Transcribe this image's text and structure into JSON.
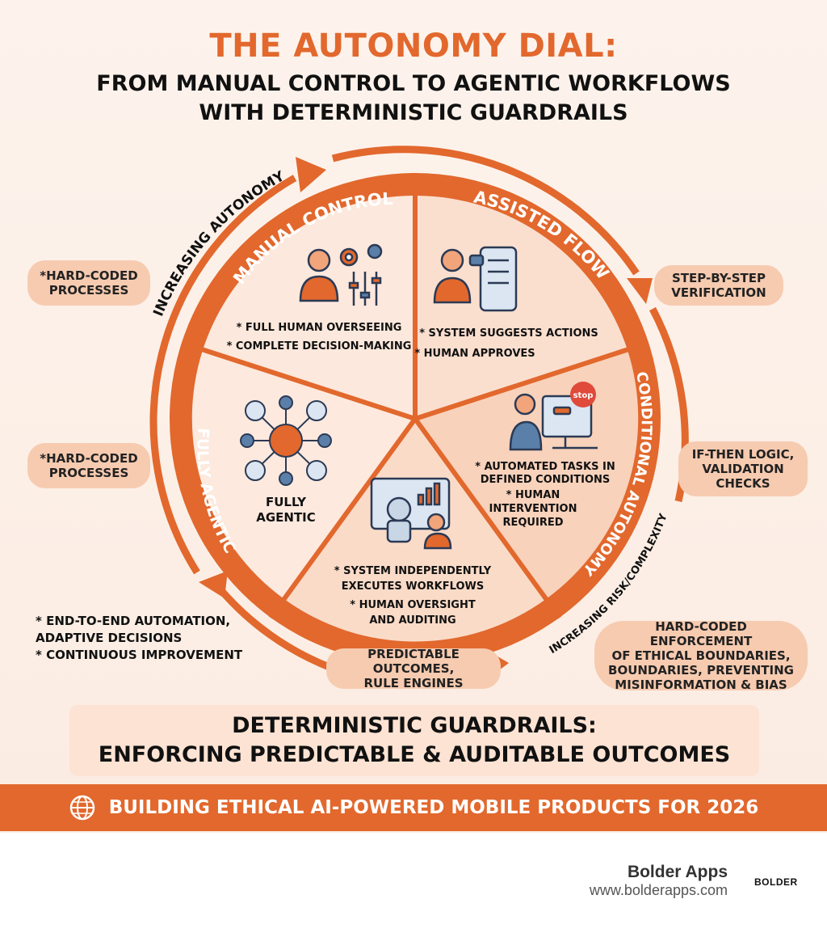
{
  "title": {
    "main": "THE AUTONOMY DIAL:",
    "sub_line1": "FROM MANUAL CONTROL TO AGENTIC WORKFLOWS",
    "sub_line2": "WITH DETERMINISTIC GUARDRAILS"
  },
  "arrows": {
    "increasing_autonomy": "INCREASING AUTONOMY",
    "increasing_risk": "INCREASING RISK/COMPLEXITY"
  },
  "segments": {
    "manual_control": {
      "name": "MANUAL CONTROL",
      "bullets": [
        "* FULL HUMAN OVERSEEING",
        "* COMPLETE DECISION-MAKING"
      ]
    },
    "assisted_flow": {
      "name": "ASSISTED FLOW",
      "bullets": [
        "* SYSTEM SUGGESTS ACTIONS",
        "* HUMAN APPROVES"
      ]
    },
    "conditional_autonomy": {
      "name": "CONDITIONAL AUTONOMY",
      "bullets": [
        "* AUTOMATED TASKS IN",
        "DEFINED CONDITIONS",
        "* HUMAN",
        "INTERVENTION",
        "REQUIRED"
      ],
      "stop_label": "stop"
    },
    "system_independent": {
      "bullets": [
        "* SYSTEM INDEPENDENTLY",
        "EXECUTES WORKFLOWS",
        "* HUMAN OVERSIGHT",
        "AND AUDITING"
      ]
    },
    "fully_agentic": {
      "name": "FULLY AGENTIC",
      "inner_label_line1": "FULLY",
      "inner_label_line2": "AGENTIC"
    }
  },
  "side_notes": {
    "hardcoded_top": "*HARD-CODED\nPROCESSES",
    "hardcoded_mid": "*HARD-CODED\nPROCESSES",
    "step_by_step": "STEP-BY-STEP\nVERIFICATION",
    "if_then": "IF-THEN LOGIC,\nVALIDATION\nCHECKS",
    "end_to_end": "* END-TO-END AUTOMATION,\n  ADAPTIVE DECISIONS\n* CONTINUOUS IMPROVEMENT",
    "predictable": "PREDICTABLE OUTCOMES,\nRULE ENGINES",
    "ethical": "HARD-CODED ENFORCEMENT\nOF ETHICAL BOUNDARIES,\nBOUNDARIES, PREVENTING\nMISINFORMATION & BIAS"
  },
  "band": {
    "line1": "DETERMINISTIC GUARDRAILS:",
    "line2": "ENFORCING PREDICTABLE & AUDITABLE OUTCOMES"
  },
  "footer": {
    "text": "BUILDING ETHICAL AI-POWERED MOBILE PRODUCTS FOR 2026",
    "icon": "globe-icon"
  },
  "brand": {
    "name": "Bolder Apps",
    "url": "www.bolderapps.com",
    "logo": "BOLDER"
  },
  "colors": {
    "accent": "#e2682d",
    "segment_light": "#fce8dc",
    "segment_mid": "#f8d4bd",
    "pill": "#f7cbb0"
  }
}
